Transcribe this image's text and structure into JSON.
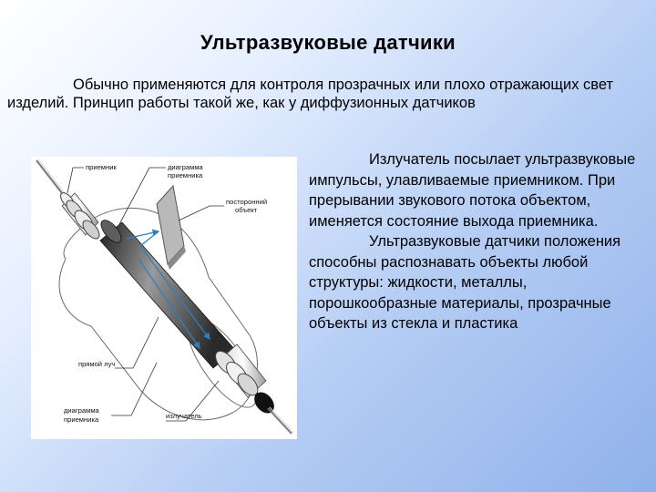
{
  "slide": {
    "title": "Ультразвуковые датчики",
    "intro": "Обычно применяются для контроля прозрачных или плохо отражающих свет изделий. Принцип работы такой же, как у диффузионных датчиков",
    "paragraphs": [
      "Излучатель посылает ультразвуковые импульсы, улавливаемые приемником. При прерывании звукового потока объектом, именяется состояние выхода приемника.",
      "Ультразвуковые датчики положения способны распознавать объекты любой структуры: жидкости, металлы, порошкообразные материалы, прозрачные объекты из стекла и пластика"
    ]
  },
  "figure": {
    "labels": {
      "receiver": "приемник",
      "receiver_diagram_top_1": "диаграмма",
      "receiver_diagram_top_2": "приемника",
      "foreign_object_1": "посторонний",
      "foreign_object_2": "объект",
      "direct_beam": "прямой луч",
      "receiver_diagram_bottom_1": "диаграмма",
      "receiver_diagram_bottom_2": "приемника",
      "emitter": "излучатель"
    },
    "colors": {
      "rod_dark": "#2c2c2c",
      "rod_light": "#8e8e8e",
      "beam": "#2f7fc1",
      "outline": "#555555"
    }
  }
}
